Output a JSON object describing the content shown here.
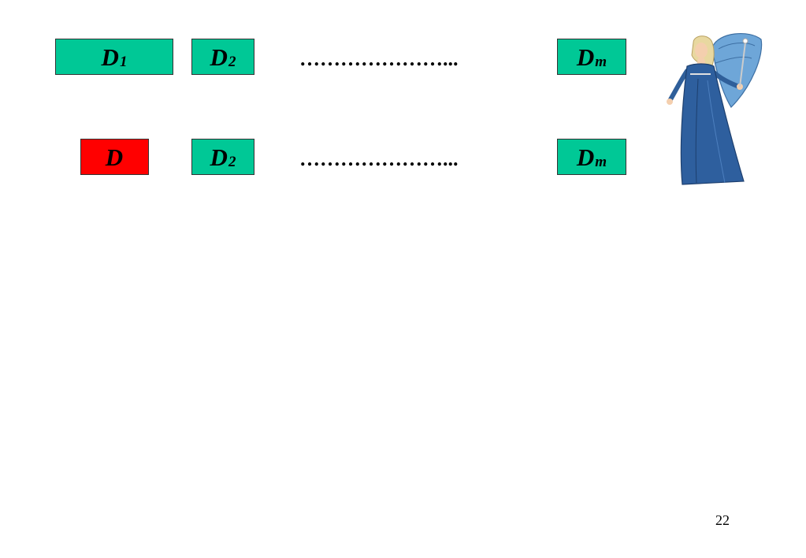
{
  "rows": [
    {
      "cells": [
        {
          "main": "D",
          "sub": "1",
          "color": "#00c896"
        },
        {
          "main": "D",
          "sub": "2",
          "color": "#00c896"
        },
        {
          "dots": "…………………..."
        },
        {
          "main": "D",
          "sub": "m",
          "color": "#00c896"
        }
      ]
    },
    {
      "cells": [
        {
          "main": "D",
          "sub": "",
          "color": "#ff0000"
        },
        {
          "main": "D",
          "sub": "2",
          "color": "#00c896"
        },
        {
          "dots": "…………………..."
        },
        {
          "main": "D",
          "sub": "m",
          "color": "#00c896"
        }
      ]
    }
  ],
  "illustration": {
    "name": "blue-fairy-icon"
  },
  "page_number": "22"
}
